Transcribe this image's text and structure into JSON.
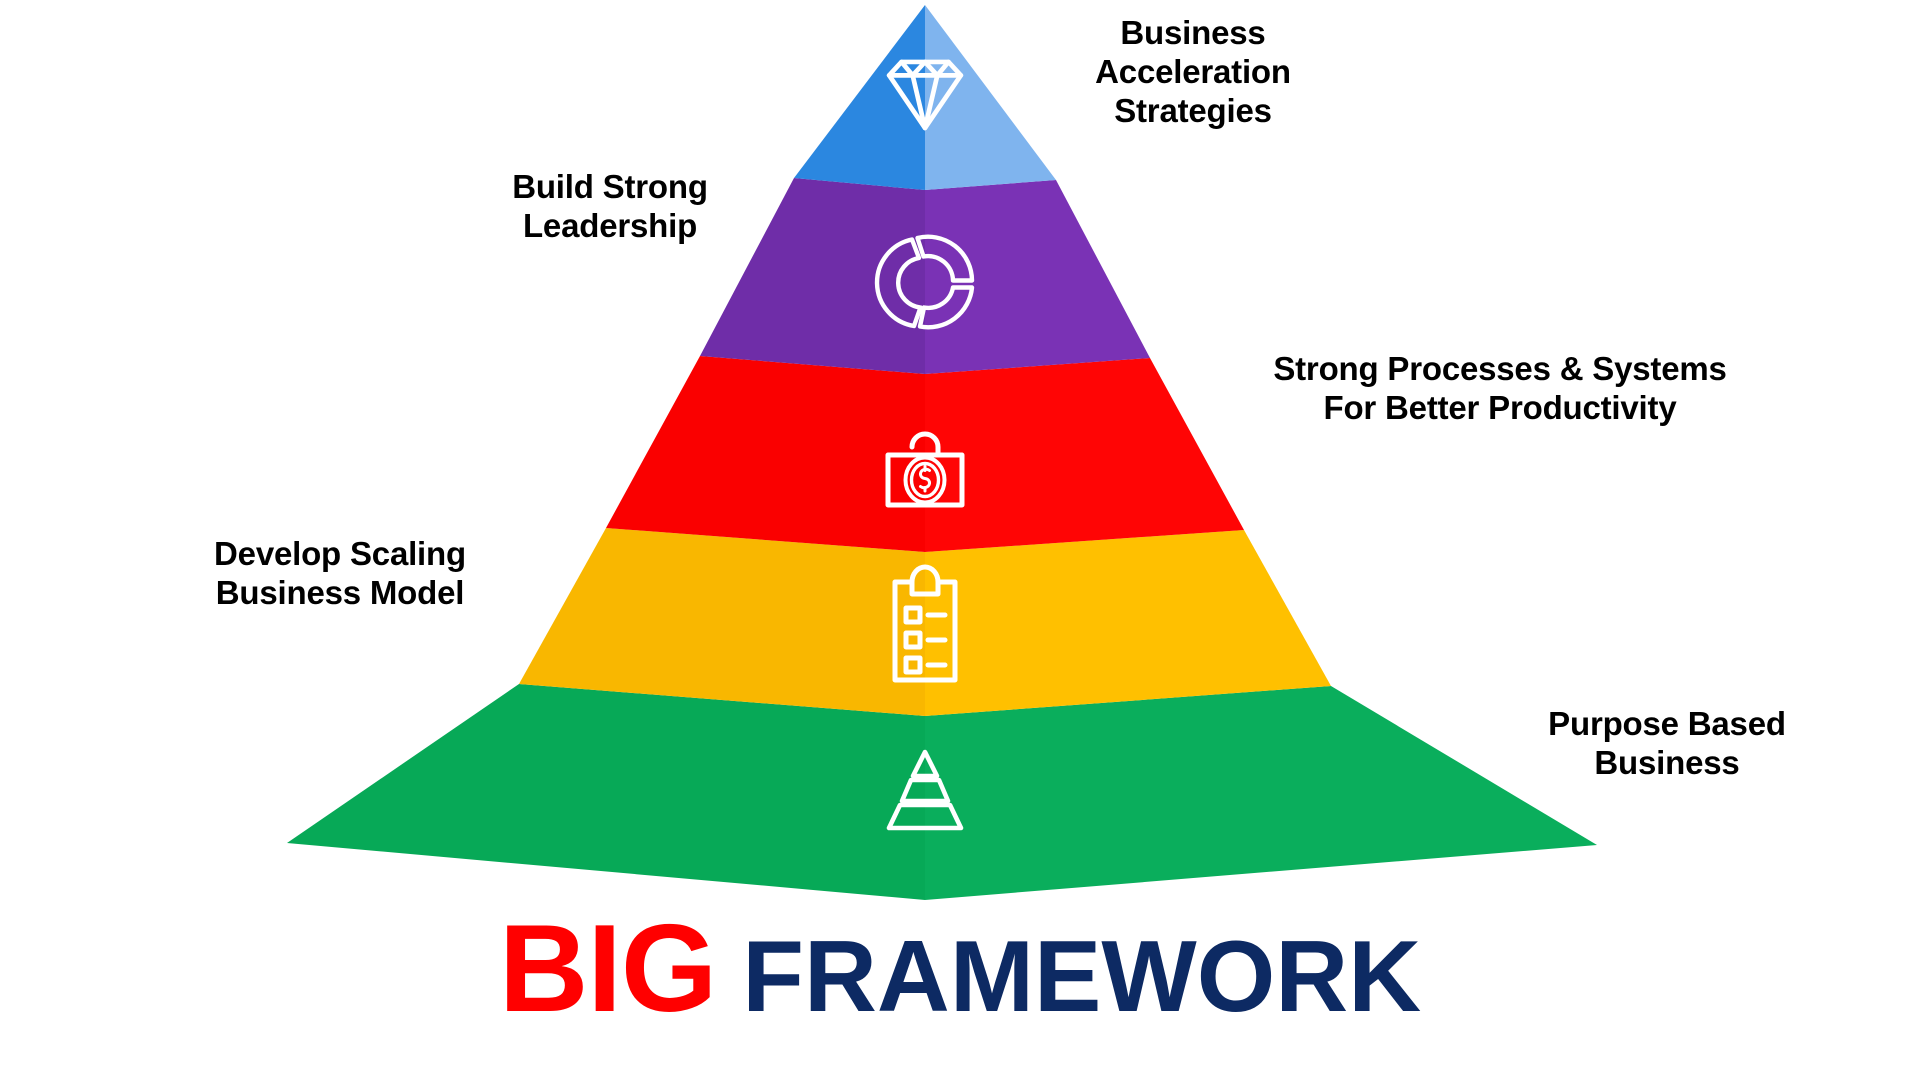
{
  "diagram": {
    "type": "pyramid",
    "title_parts": {
      "primary": "BIG",
      "secondary": "FRAMEWORK",
      "primary_color": "#ff0000",
      "secondary_color": "#0d2a63"
    },
    "background_color": "#ffffff",
    "label_color": "#000000",
    "icon_color": "#ffffff",
    "tiers": [
      {
        "level": 1,
        "position": "top",
        "label": "Business\nAcceleration\nStrategies",
        "label_side": "right",
        "icon": "diamond-icon",
        "color_left": "#2b87e0",
        "color_right": "#7fb4ee"
      },
      {
        "level": 2,
        "position": "second",
        "label": "Build Strong\nLeadership",
        "label_side": "left",
        "icon": "donut-chart-icon",
        "color_left": "#6f2da8",
        "color_right": "#7a32b5"
      },
      {
        "level": 3,
        "position": "middle",
        "label": "Strong Processes & Systems\nFor Better Productivity",
        "label_side": "right",
        "icon": "money-bag-icon",
        "color_left": "#fa0000",
        "color_right": "#ff0505"
      },
      {
        "level": 4,
        "position": "fourth",
        "label": "Develop Scaling\nBusiness Model",
        "label_side": "left",
        "icon": "clipboard-checklist-icon",
        "color_left": "#f9b700",
        "color_right": "#ffc000"
      },
      {
        "level": 5,
        "position": "base",
        "label": "Purpose Based\nBusiness",
        "label_side": "right",
        "icon": "pyramid-icon",
        "color_left": "#07a957",
        "color_right": "#0aae5c"
      }
    ]
  }
}
